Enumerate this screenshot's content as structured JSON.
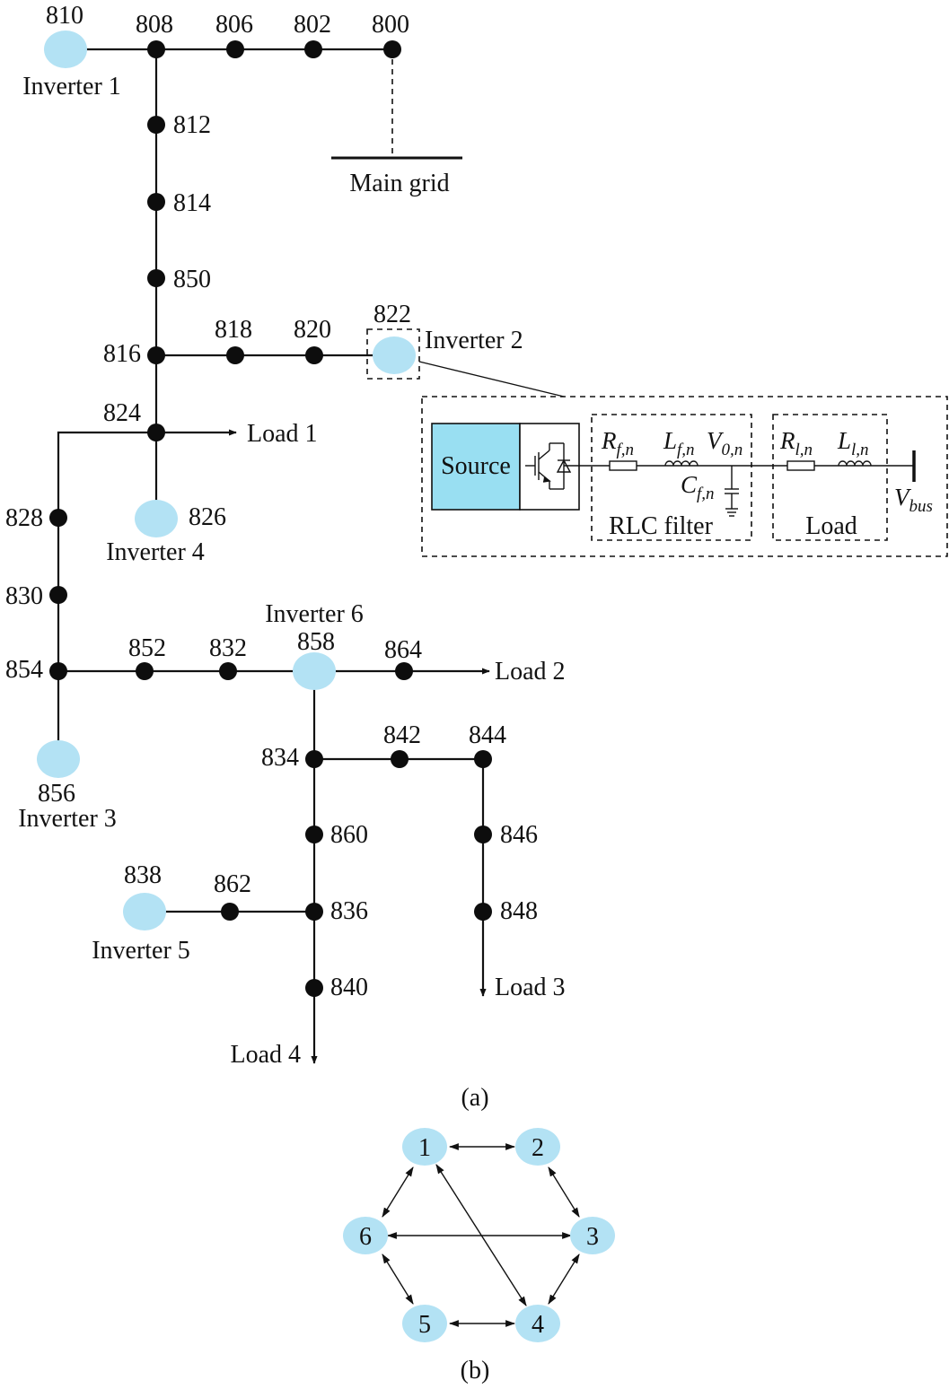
{
  "buses": {
    "b800": "800",
    "b802": "802",
    "b806": "806",
    "b808": "808",
    "b810": "810",
    "b812": "812",
    "b814": "814",
    "b850": "850",
    "b816": "816",
    "b818": "818",
    "b820": "820",
    "b822": "822",
    "b824": "824",
    "b826": "826",
    "b828": "828",
    "b830": "830",
    "b854": "854",
    "b852": "852",
    "b832": "832",
    "b858": "858",
    "b864": "864",
    "b856": "856",
    "b834": "834",
    "b842": "842",
    "b844": "844",
    "b860": "860",
    "b846": "846",
    "b838": "838",
    "b862": "862",
    "b836": "836",
    "b848": "848",
    "b840": "840"
  },
  "inverters": {
    "inv1": "Inverter 1",
    "inv2": "Inverter 2",
    "inv3": "Inverter 3",
    "inv4": "Inverter 4",
    "inv5": "Inverter 5",
    "inv6": "Inverter 6"
  },
  "loads": {
    "load1": "Load 1",
    "load2": "Load 2",
    "load3": "Load 3",
    "load4": "Load 4"
  },
  "main_grid": "Main grid",
  "detail": {
    "source": "Source",
    "rlc_filter": "RLC filter",
    "load": "Load",
    "R_f": {
      "main": "R",
      "sub": "f,n"
    },
    "L_f": {
      "main": "L",
      "sub": "f,n"
    },
    "V_0": {
      "main": "V",
      "sub": "0,n"
    },
    "C_f": {
      "main": "C",
      "sub": "f,n"
    },
    "R_l": {
      "main": "R",
      "sub": "l,n"
    },
    "L_l": {
      "main": "L",
      "sub": "l,n"
    },
    "V_bus": {
      "main": "V",
      "sub": "bus"
    }
  },
  "captions": {
    "a": "(a)",
    "b": "(b)"
  },
  "graph_nodes": {
    "n1": "1",
    "n2": "2",
    "n3": "3",
    "n4": "4",
    "n5": "5",
    "n6": "6"
  },
  "colors": {
    "inverter_fill": "#b3e2f4",
    "source_fill": "#99dff2",
    "bus_fill": "#0d0d0d"
  }
}
